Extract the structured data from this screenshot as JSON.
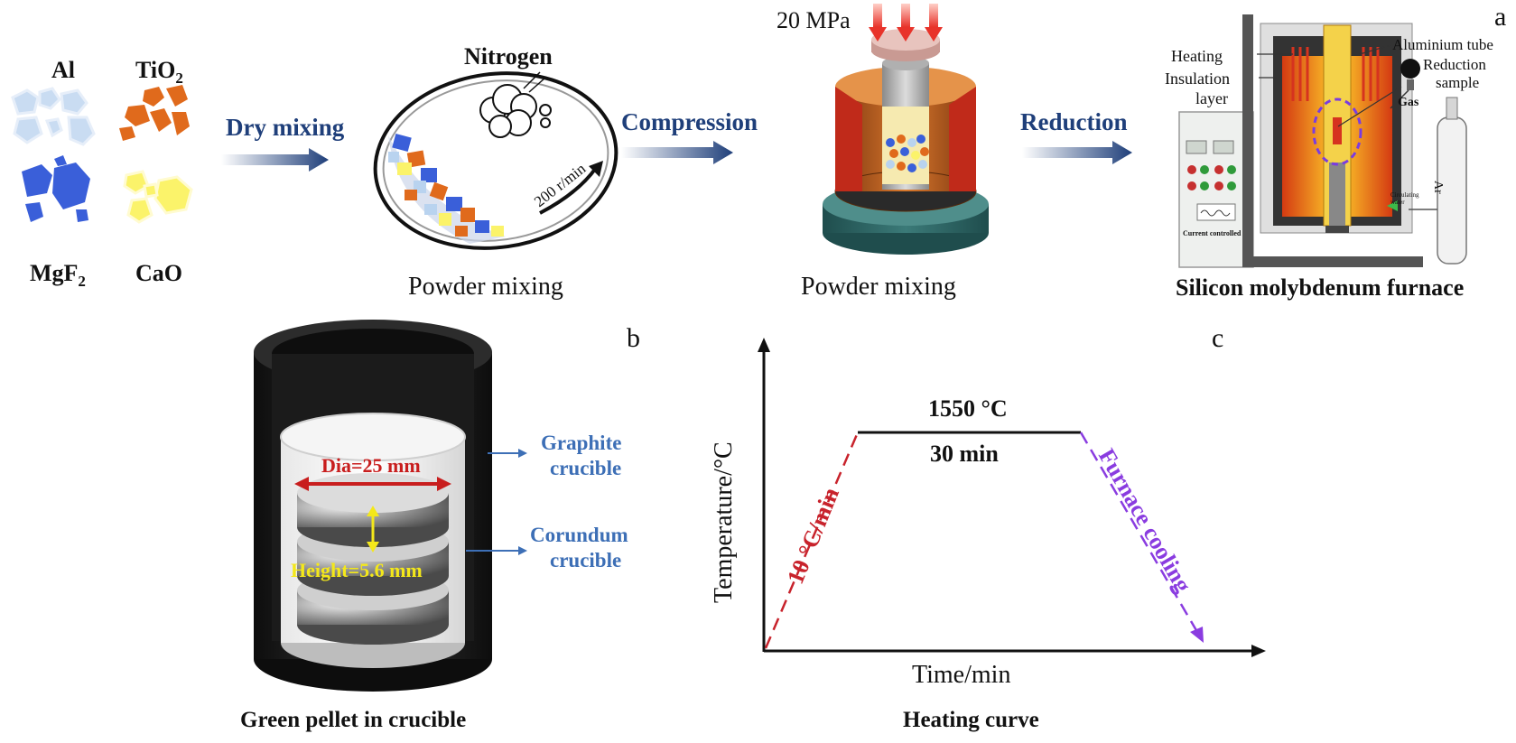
{
  "panel_a": {
    "panel_letter": "a",
    "powders": [
      {
        "formula": "Al",
        "color": "#b9d3ef"
      },
      {
        "formula": "TiO",
        "subscript": "2",
        "color": "#e06a1c"
      },
      {
        "formula": "MgF",
        "subscript": "2",
        "color": "#3a5fd9"
      },
      {
        "formula": "CaO",
        "color": "#fbf36a"
      }
    ],
    "steps": [
      "Dry mixing",
      "Compression",
      "Reduction"
    ],
    "nitrogen_label": "Nitrogen",
    "speed_label": "200 r/min",
    "pressure_label": "20 MPa",
    "stage_captions": [
      "Powder mixing",
      "Powder mixing",
      "Silicon molybdenum furnace"
    ],
    "furnace_labels": {
      "heating": "Heating",
      "insulation": "Insulation",
      "layer": "layer",
      "aluminium_tube": "Aluminium tube",
      "reduction": "Reduction",
      "sample": "sample",
      "gas": "Gas",
      "circulating_water": "Circulating water",
      "current_controlled": "Current controlled",
      "argon": "Ar"
    }
  },
  "panel_b": {
    "panel_letter": "b",
    "dia_label": "Dia=25 mm",
    "height_label": "Height=5.6 mm",
    "graphite_line1": "Graphite",
    "graphite_line2": "crucible",
    "corundum_line1": "Corundum",
    "corundum_line2": "crucible",
    "caption": "Green pellet in crucible"
  },
  "panel_c": {
    "panel_letter": "c",
    "caption": "Heating curve",
    "chart_data": {
      "type": "line",
      "xlabel": "Time/min",
      "ylabel": "Temperature/°C",
      "segments": [
        {
          "label": "10 °C/min",
          "style": "dashed",
          "color": "#c8232c"
        },
        {
          "label": "",
          "style": "solid",
          "color": "#111111"
        },
        {
          "label": "Furnace cooling",
          "style": "dashed",
          "color": "#8a3ce0"
        }
      ],
      "hold_temperature": "1550 °C",
      "hold_time": "30 min",
      "hold_temp_value": "1550",
      "hold_temp_unit": "°C"
    }
  },
  "colors": {
    "arrow_blue": "#2c4a86",
    "caption_blue": "#3d6fb6",
    "dia_red": "#c81e1e",
    "height_yellow": "#f4e81a",
    "ramp_red": "#c8232c",
    "cooling_purple": "#8a3ce0"
  }
}
